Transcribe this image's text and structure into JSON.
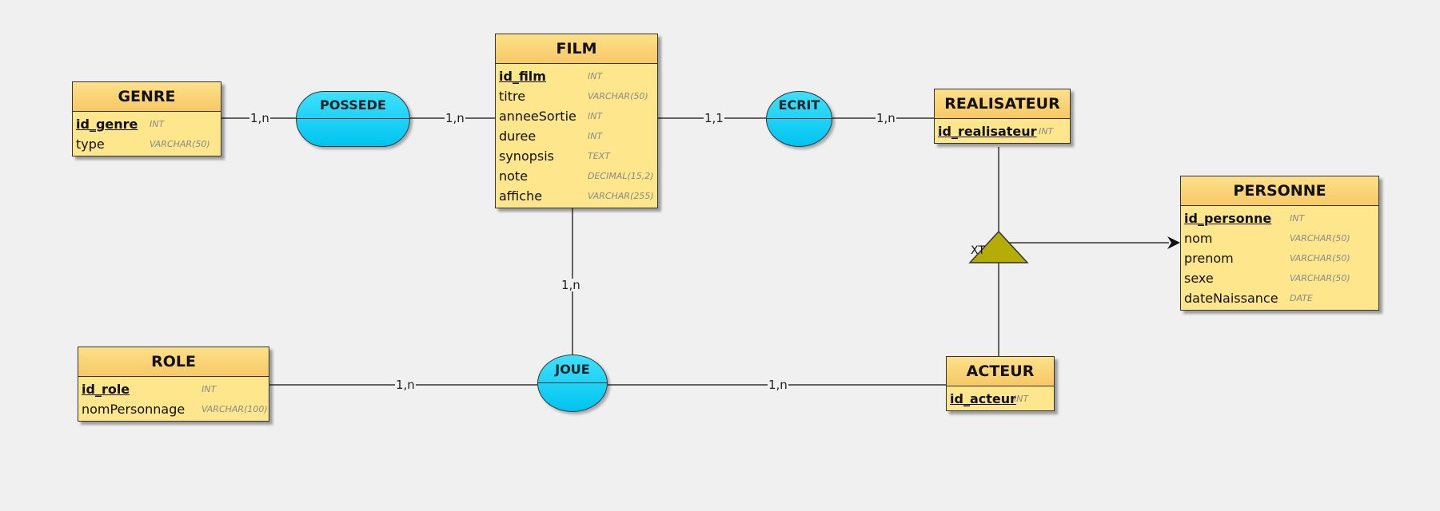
{
  "entities": {
    "genre": {
      "title": "GENRE",
      "fields": [
        {
          "name": "id_genre",
          "type": "INT"
        },
        {
          "name": "type",
          "type": "VARCHAR(50)"
        }
      ]
    },
    "film": {
      "title": "FILM",
      "fields": [
        {
          "name": "id_film",
          "type": "INT"
        },
        {
          "name": "titre",
          "type": "VARCHAR(50)"
        },
        {
          "name": "anneeSortie",
          "type": "INT"
        },
        {
          "name": "duree",
          "type": "INT"
        },
        {
          "name": "synopsis",
          "type": "TEXT"
        },
        {
          "name": "note",
          "type": "DECIMAL(15,2)"
        },
        {
          "name": "affiche",
          "type": "VARCHAR(255)"
        }
      ]
    },
    "realisateur": {
      "title": "REALISATEUR",
      "fields": [
        {
          "name": "id_realisateur",
          "type": "INT"
        }
      ]
    },
    "personne": {
      "title": "PERSONNE",
      "fields": [
        {
          "name": "id_personne",
          "type": "INT"
        },
        {
          "name": "nom",
          "type": "VARCHAR(50)"
        },
        {
          "name": "prenom",
          "type": "VARCHAR(50)"
        },
        {
          "name": "sexe",
          "type": "VARCHAR(50)"
        },
        {
          "name": "dateNaissance",
          "type": "DATE"
        }
      ]
    },
    "role": {
      "title": "ROLE",
      "fields": [
        {
          "name": "id_role",
          "type": "INT"
        },
        {
          "name": "nomPersonnage",
          "type": "VARCHAR(100)"
        }
      ]
    },
    "acteur": {
      "title": "ACTEUR",
      "fields": [
        {
          "name": "id_acteur",
          "type": "INT"
        }
      ]
    }
  },
  "relations": {
    "possede": "POSSEDE",
    "ecrit": "ECRIT",
    "joue": "JOUE"
  },
  "inheritance": {
    "label": "XT"
  },
  "cardinalities": {
    "genre_possede": "1,n",
    "film_possede": "1,n",
    "film_ecrit": "1,1",
    "realisateur_ecrit": "1,n",
    "film_joue": "1,n",
    "role_joue": "1,n",
    "acteur_joue": "1,n"
  },
  "colors": {
    "entity_fill": "#fde68c",
    "entity_header": "#f7c866",
    "relation_fill": "#00c4ee",
    "inheritance_fill": "#b5ad05",
    "line": "#333333",
    "background": "#f0f0f0"
  }
}
